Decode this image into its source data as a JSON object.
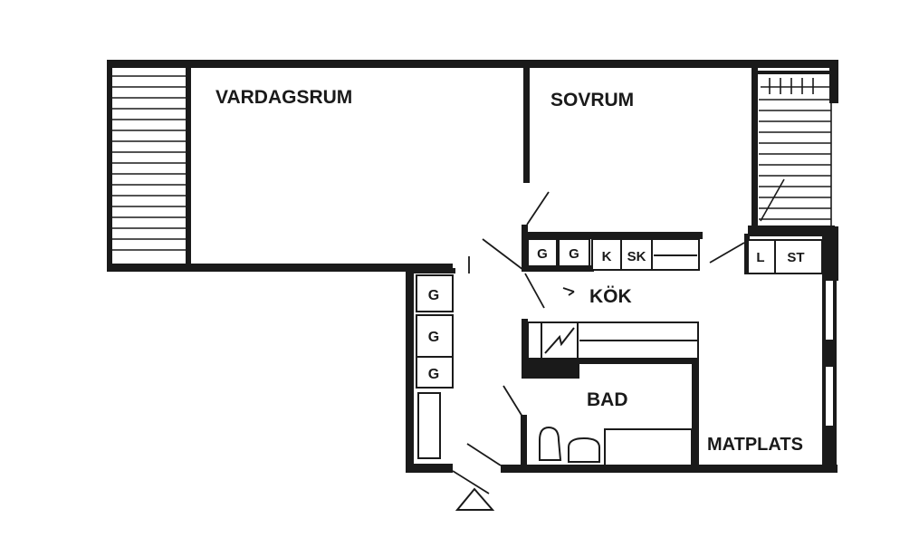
{
  "rooms": {
    "vardagsrum": "VARDAGSRUM",
    "sovrum": "SOVRUM",
    "kok": "KÖK",
    "bad": "BAD",
    "matplats": "MATPLATS"
  },
  "cabinets": {
    "upper_g1": "G",
    "upper_g2": "G",
    "k": "K",
    "sk": "SK",
    "l": "L",
    "st": "ST",
    "left_g1": "G",
    "left_g2": "G",
    "left_g3": "G"
  },
  "colors": {
    "ink": "#1a1a1a",
    "paper": "#ffffff"
  },
  "icons": {
    "entrance": "entrance-triangle-icon"
  }
}
